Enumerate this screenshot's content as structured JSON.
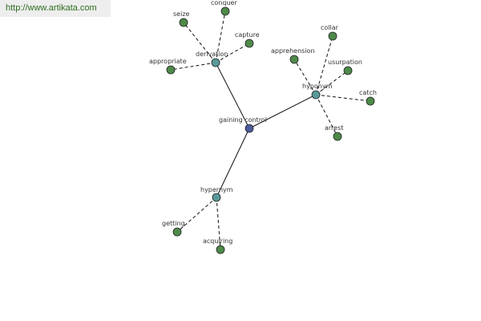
{
  "source_url": "http://www.artikata.com",
  "colors": {
    "central": "#4a5a9a",
    "category": "#5a9a9a",
    "leaf": "#4e8a4a",
    "badge_text": "#2f6e1f"
  },
  "diagram": {
    "central": {
      "id": "gaining-control",
      "label": "gaining control"
    },
    "relations": [
      {
        "id": "derivation",
        "label": "derivation",
        "terms": [
          {
            "id": "seize",
            "label": "seize"
          },
          {
            "id": "conquer",
            "label": "conquer"
          },
          {
            "id": "capture",
            "label": "capture"
          },
          {
            "id": "appropriate",
            "label": "appropriate"
          }
        ]
      },
      {
        "id": "hyponym",
        "label": "hyponym",
        "terms": [
          {
            "id": "apprehension",
            "label": "apprehension"
          },
          {
            "id": "collar",
            "label": "collar"
          },
          {
            "id": "usurpation",
            "label": "usurpation"
          },
          {
            "id": "catch",
            "label": "catch"
          },
          {
            "id": "arrest",
            "label": "arrest"
          }
        ]
      },
      {
        "id": "hypernym",
        "label": "hypernym",
        "terms": [
          {
            "id": "getting",
            "label": "getting"
          },
          {
            "id": "acquiring",
            "label": "acquiring"
          }
        ]
      }
    ]
  }
}
